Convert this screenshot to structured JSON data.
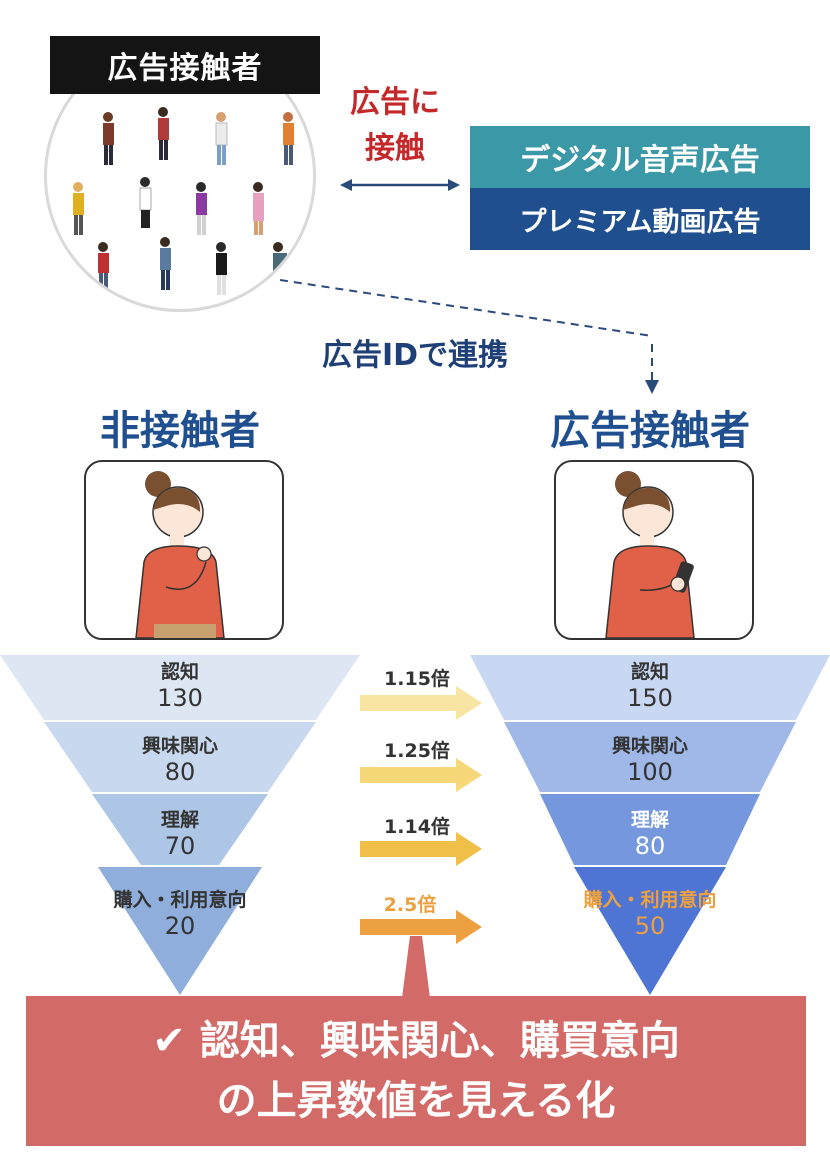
{
  "top": {
    "crowd_label": "広告接触者",
    "contact_line1": "広告に",
    "contact_line2": "接触",
    "ad_types": [
      "デジタル音声広告",
      "プレミアム動画広告"
    ],
    "link_label": "広告IDで連携"
  },
  "groups": {
    "left_title": "非接触者",
    "right_title": "広告接触者"
  },
  "funnel_left": [
    {
      "name": "認知",
      "value": "130"
    },
    {
      "name": "興味関心",
      "value": "80"
    },
    {
      "name": "理解",
      "value": "70"
    },
    {
      "name": "購入・利用意向",
      "value": "20"
    }
  ],
  "funnel_right": [
    {
      "name": "認知",
      "value": "150"
    },
    {
      "name": "興味関心",
      "value": "100"
    },
    {
      "name": "理解",
      "value": "80"
    },
    {
      "name": "購入・利用意向",
      "value": "50"
    }
  ],
  "ratios": [
    "1.15倍",
    "1.25倍",
    "1.14倍",
    "2.5倍"
  ],
  "summary": {
    "check": "✔",
    "line1": "認知、興味関心、購買意向",
    "line2": "の上昇数値を見える化"
  },
  "colors": {
    "left_funnel": [
      "#dde7f3",
      "#c8d8ee",
      "#adc6e6",
      "#8faedb"
    ],
    "right_funnel": [
      "#c9d8f2",
      "#9fb8e8",
      "#7497de",
      "#4e74d4"
    ],
    "arrows": [
      "#f8e5a4",
      "#f6d878",
      "#efbf48",
      "#eda040"
    ],
    "highlight": "#eda040",
    "summary_bg": "#d26a68",
    "title_blue": "#1f4f8e",
    "contact_red": "#c5282a"
  }
}
